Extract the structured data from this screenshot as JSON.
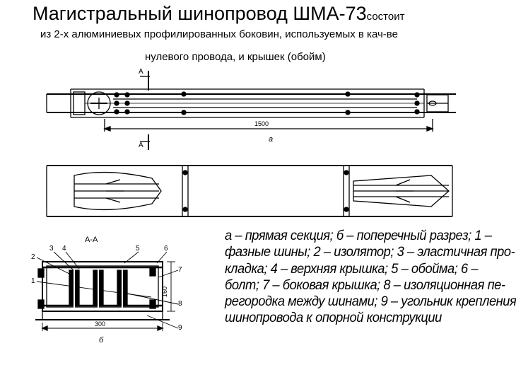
{
  "header": {
    "title_main": "Магистральный шинопровод ШМА-73",
    "title_tail": "состоит",
    "subtitle_line1": "из 2-х алюминиевых профилированных боковин, используемых в кач-ве",
    "subtitle_line2": "нулевого провода, и крышек (обойм)"
  },
  "figure": {
    "section_mark": "А",
    "dimension_length": "1500",
    "label_a": "а",
    "section_title": "А-А",
    "label_b": "б",
    "dimension_width": "300",
    "dimension_height": "160",
    "callouts": [
      "1",
      "2",
      "3",
      "4",
      "5",
      "6",
      "7",
      "8",
      "9"
    ]
  },
  "caption": {
    "lines": [
      "а – прямая секция; б – поперечный разрез; 1 –",
      "фазные шины; 2 – изолятор; 3 – эластичная про-",
      "кладка; 4 – верхняя крышка; 5 – обойма; 6 –",
      "болт; 7 – боковая крышка; 8 – изоляционная пе-",
      "регородка между шинами; 9 – угольник крепления",
      "шинопровода к опорной конструкции"
    ]
  }
}
